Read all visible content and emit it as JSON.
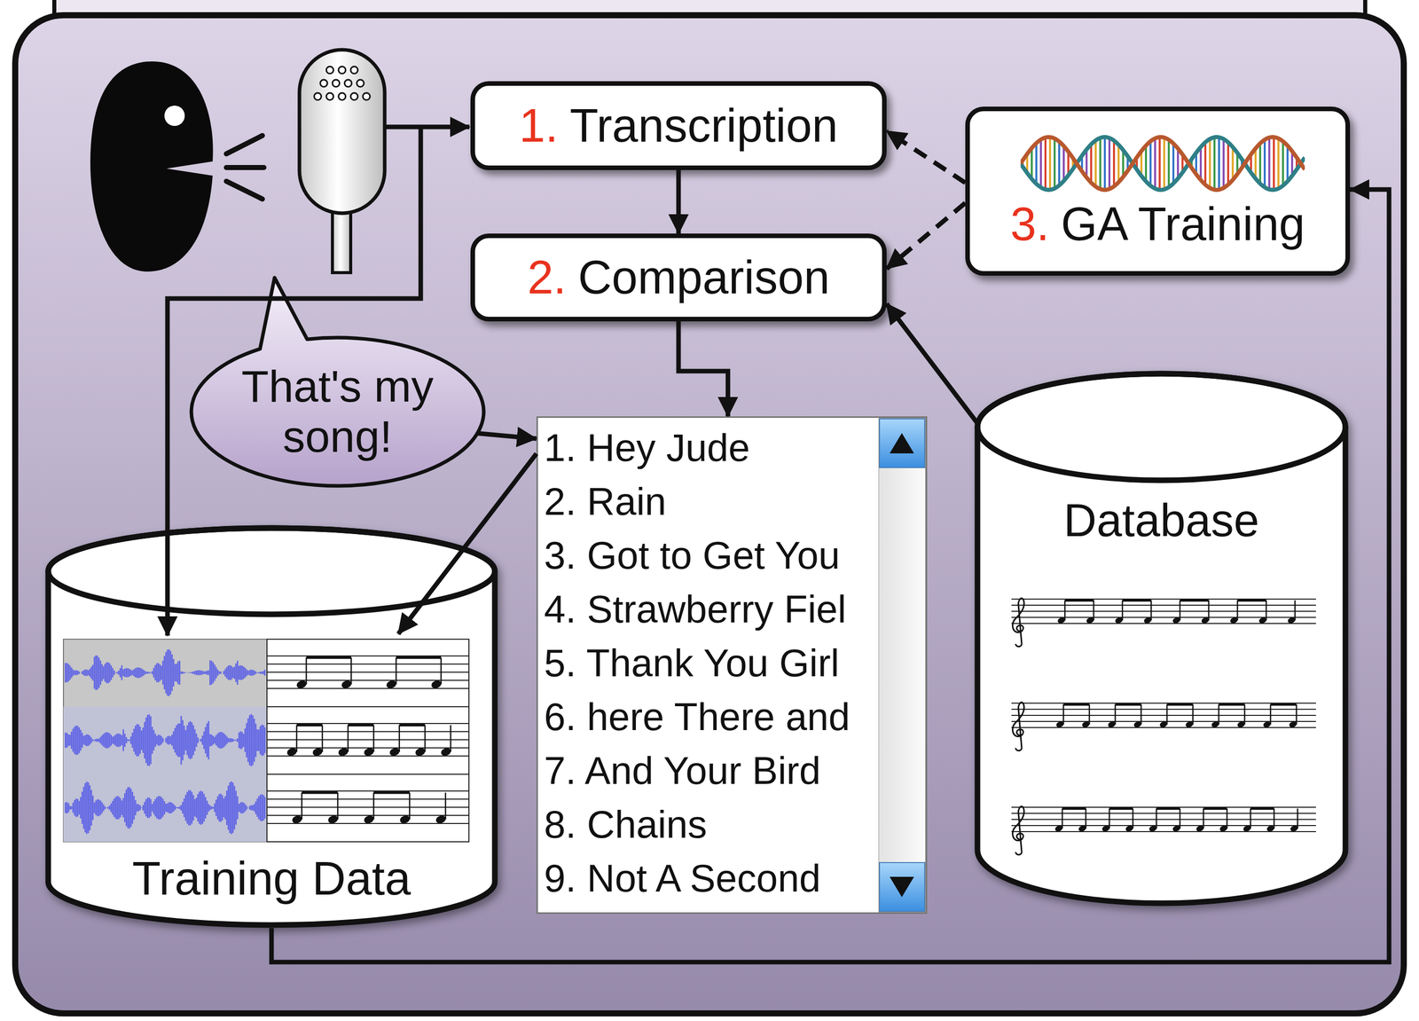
{
  "diagram": {
    "nodes": [
      {
        "text": [
          "1.",
          "Transcription"
        ]
      },
      {
        "text": [
          "3.",
          "GA Training"
        ]
      },
      {
        "text": [
          "2.",
          "Comparison"
        ]
      },
      {
        "text": [
          "That's my song!"
        ]
      },
      {
        "text": [
          "1. Hey Jude",
          "2. Rain",
          "3. Got to Get You",
          "4. Strawberry Fiel",
          "5. Thank You Girl",
          "6. here There and",
          "7. And Your Bird",
          "8. Chains",
          "9. Not A Second"
        ]
      },
      {
        "text": [
          "Database"
        ]
      },
      {
        "text": [
          "Training Data"
        ]
      }
    ],
    "edges": [
      {
        "from": 0,
        "to": 2,
        "arrow": "to"
      },
      {
        "from": 1,
        "to": 0,
        "arrow": "to"
      },
      {
        "from": 1,
        "to": 2,
        "arrow": "to"
      },
      {
        "from": 5,
        "to": 2,
        "arrow": "to"
      },
      {
        "from": 2,
        "to": 4,
        "arrow": "to"
      },
      {
        "from": 3,
        "to": 4,
        "arrow": "to"
      },
      {
        "from": 4,
        "to": 6,
        "arrow": "to"
      },
      {
        "from": 6,
        "to": 1,
        "arrow": "to"
      }
    ]
  }
}
